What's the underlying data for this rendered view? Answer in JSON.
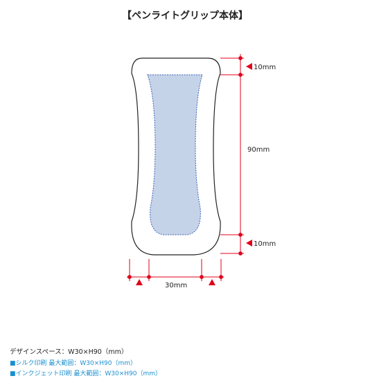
{
  "title": "【ペンライトグリップ本体】",
  "dimensions": {
    "top_margin": "10mm",
    "height": "90mm",
    "bottom_margin": "10mm",
    "width": "30mm"
  },
  "specs": {
    "design_space": "デザインスペース：W30×H90（mm）",
    "silk_print": "■シルク印刷 最大範囲：W30×H90（mm）",
    "inkjet_print": "■インクジェット印刷 最大範囲：W30×H90（mm）"
  },
  "colors": {
    "outline": "#222222",
    "design_area_fill": "#c5d3e8",
    "design_area_stroke": "#3b62b5",
    "dimension_line": "#e0001b",
    "spec_accent": "#1a8fd0"
  }
}
